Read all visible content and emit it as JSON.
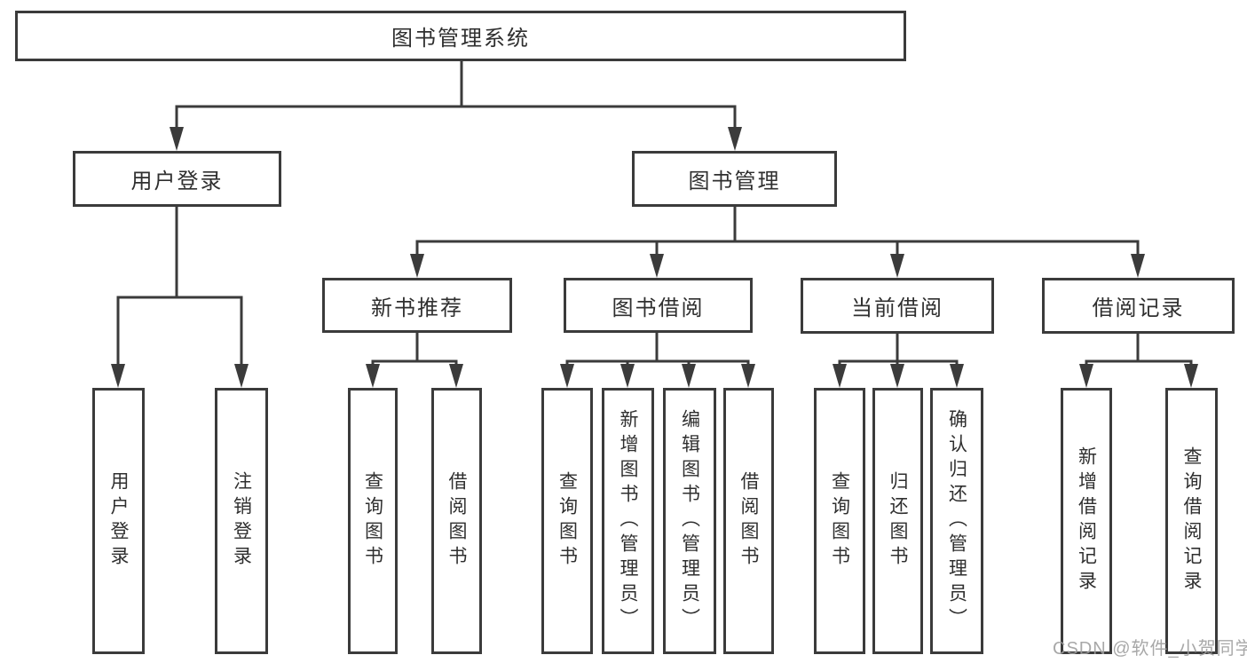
{
  "diagram": {
    "colors": {
      "line": "#3b3b3b",
      "text": "#2f2f2f",
      "background": "#ffffff",
      "watermark": "#9e9e9e"
    },
    "root": {
      "label": "图书管理系统",
      "children": [
        {
          "label": "用户登录",
          "children": [
            {
              "label": "用户登录"
            },
            {
              "label": "注销登录"
            }
          ]
        },
        {
          "label": "图书管理",
          "children": [
            {
              "label": "新书推荐",
              "children": [
                {
                  "label": "查询图书"
                },
                {
                  "label": "借阅图书"
                }
              ]
            },
            {
              "label": "图书借阅",
              "children": [
                {
                  "label": "查询图书"
                },
                {
                  "label": "新增图书（管理员）"
                },
                {
                  "label": "编辑图书（管理员）"
                },
                {
                  "label": "借阅图书"
                }
              ]
            },
            {
              "label": "当前借阅",
              "children": [
                {
                  "label": "查询图书"
                },
                {
                  "label": "归还图书"
                },
                {
                  "label": "确认归还（管理员）"
                }
              ]
            },
            {
              "label": "借阅记录",
              "children": [
                {
                  "label": "新增借阅记录"
                },
                {
                  "label": "查询借阅记录"
                }
              ]
            }
          ]
        }
      ]
    },
    "watermark": "CSDN @软件_小贺同学"
  }
}
